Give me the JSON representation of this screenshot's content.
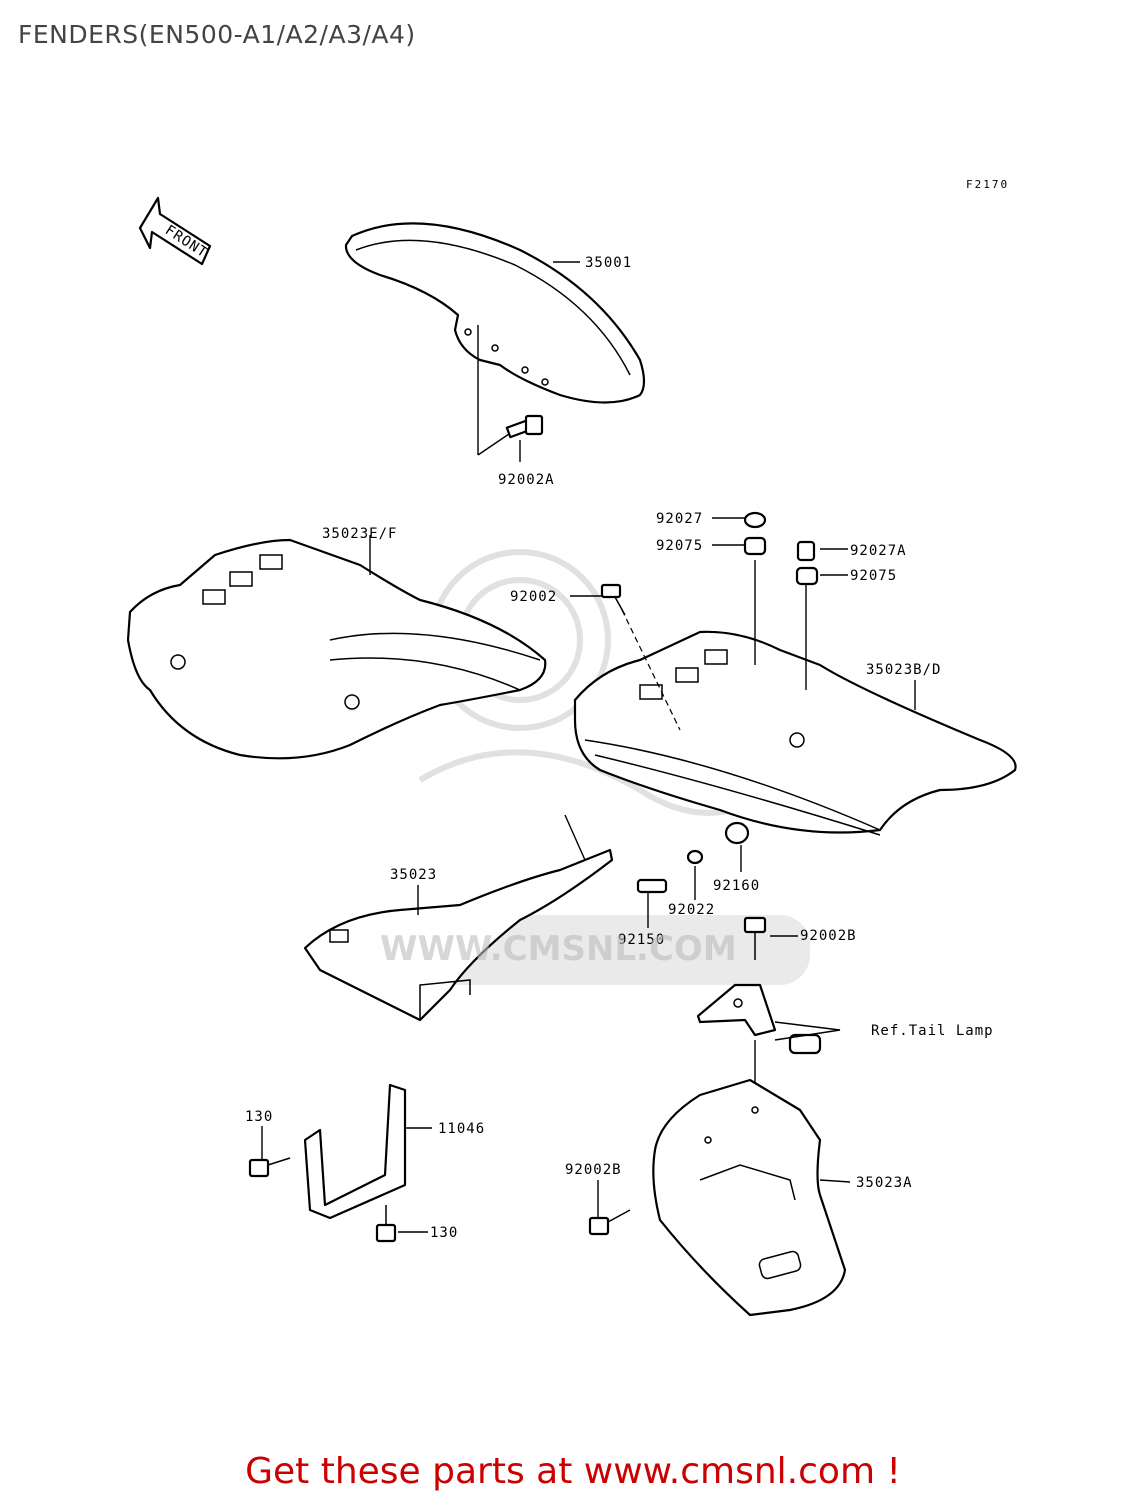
{
  "title": "FENDERS(EN500-A1/A2/A3/A4)",
  "figure_code": "F2170",
  "front_arrow": "FRONT",
  "watermark": "WWW.CMSNL.COM",
  "parts": {
    "p35001": "35001",
    "p92002A": "92002A",
    "p35023EF": "35023E/F",
    "p92027": "92027",
    "p92075a": "92075",
    "p92027A": "92027A",
    "p92075b": "92075",
    "p92002": "92002",
    "p35023BD": "35023B/D",
    "p35023": "35023",
    "p92160": "92160",
    "p92022": "92022",
    "p92150": "92150",
    "p92002Bt": "92002B",
    "pRefTail": "Ref.Tail Lamp",
    "p130a": "130",
    "p11046": "11046",
    "p130b": "130",
    "p92002Bb": "92002B",
    "p35023A": "35023A"
  },
  "footer": "Get these parts at www.cmsnl.com !"
}
